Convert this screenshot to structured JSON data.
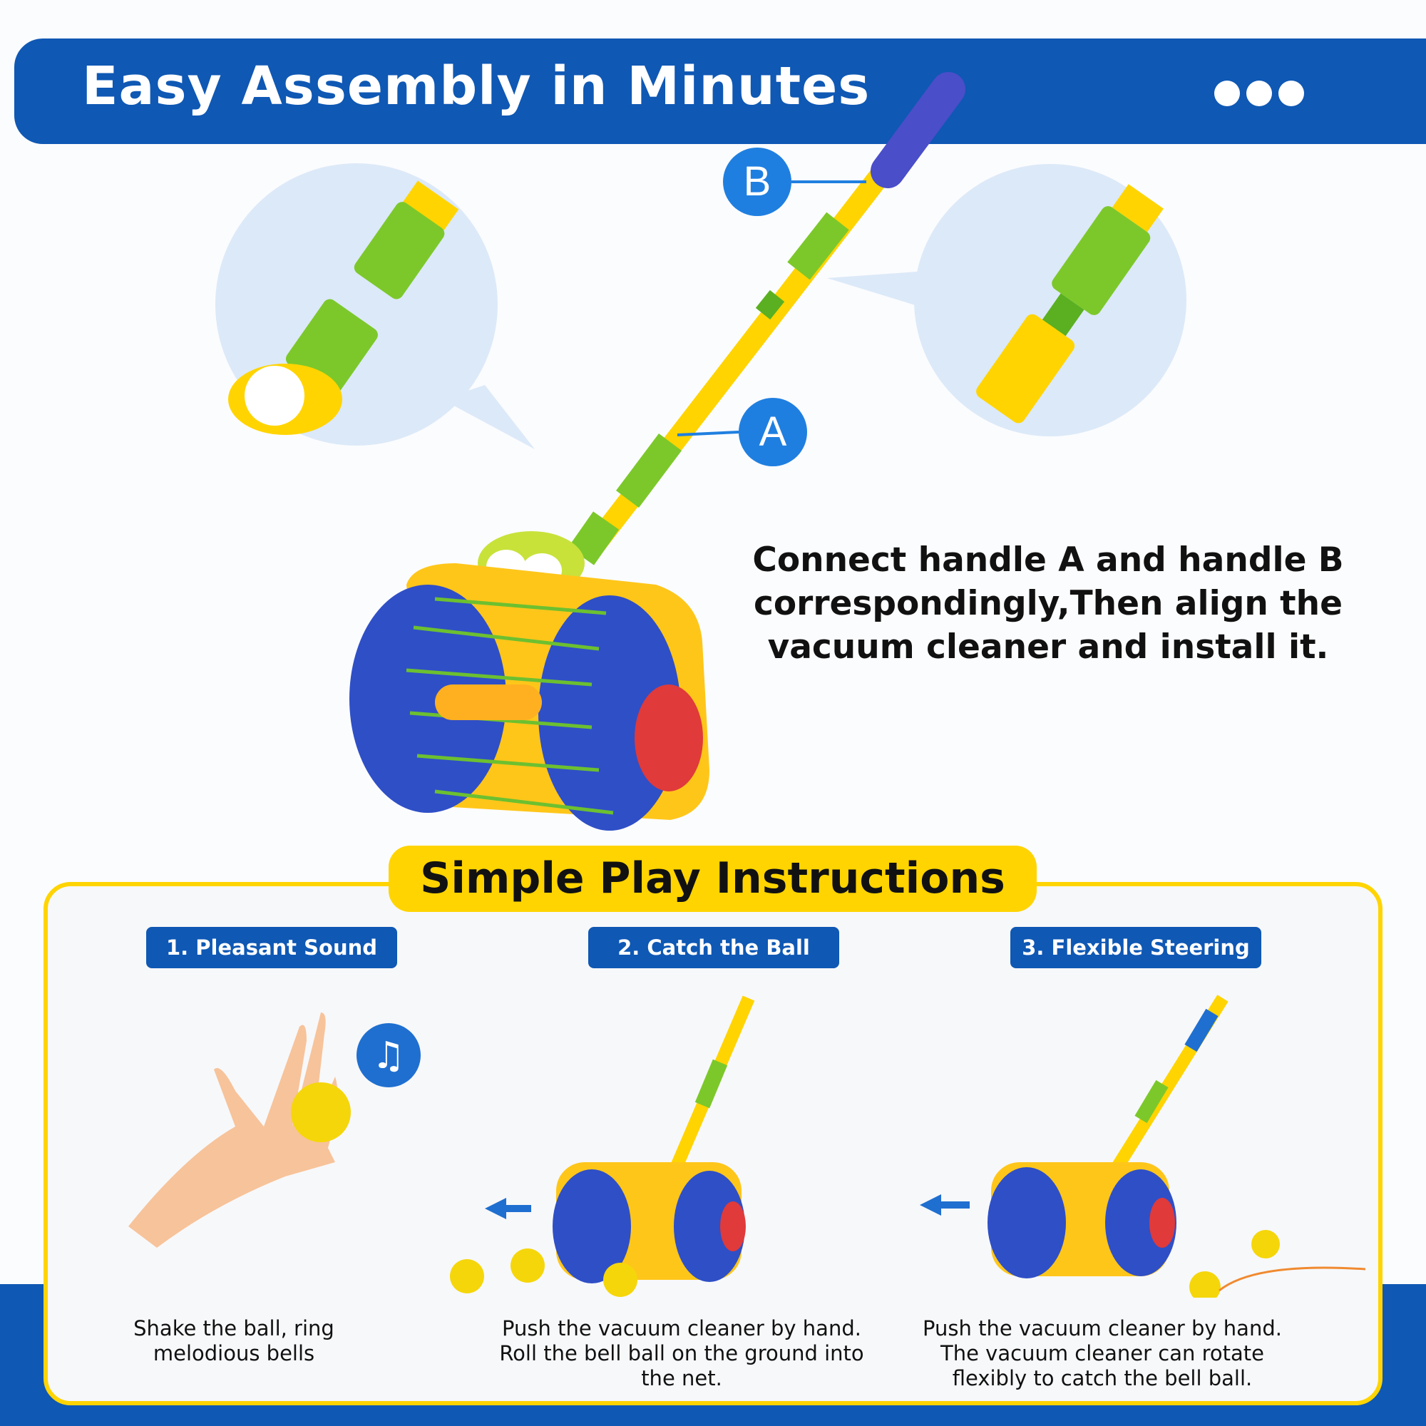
{
  "header": {
    "title": "Easy Assembly in Minutes"
  },
  "labels": {
    "handle_a": "A",
    "handle_b": "B"
  },
  "assembly_text": [
    "Connect handle A and handle B",
    "correspondingly,Then align the",
    "vacuum cleaner and install it."
  ],
  "instructions": {
    "title": "Simple Play Instructions",
    "steps": [
      {
        "label": "1. Pleasant Sound",
        "caption": [
          "Shake the ball, ring",
          "melodious bells"
        ]
      },
      {
        "label": "2. Catch the Ball",
        "caption": [
          "Push the vacuum cleaner by hand.",
          "Roll the bell ball on the ground into",
          "the net."
        ]
      },
      {
        "label": "3. Flexible Steering",
        "caption": [
          "Push the vacuum cleaner by hand.",
          "The vacuum cleaner can rotate",
          "flexibly to catch the bell ball."
        ]
      }
    ]
  },
  "colors": {
    "blue": "#0f58b4",
    "yellow": "#ffd400",
    "green": "#7cc82a",
    "red": "#e03a3a"
  }
}
